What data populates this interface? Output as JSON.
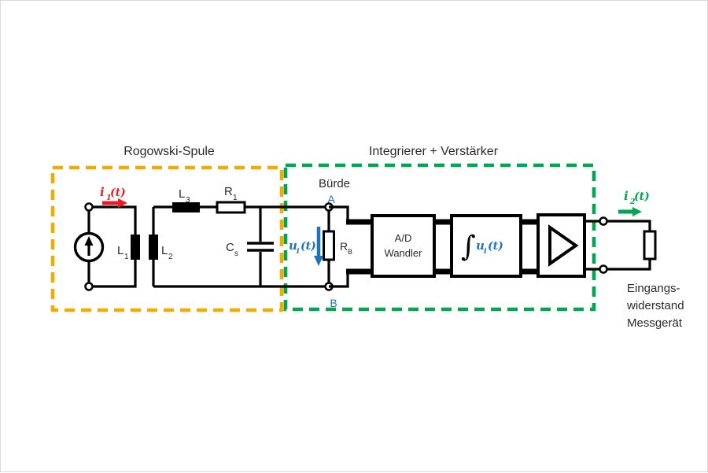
{
  "colors": {
    "c-yellow": "#F0AC00",
    "c-green": "#00A651",
    "c-red": "#E81C24",
    "c-blue": "#1B74BC",
    "c-ink": "#000000",
    "c-text": "#2b2b2b"
  },
  "rogowski": {
    "title": "Rogowski-Spule",
    "current_label": {
      "sym": "i",
      "sub": "1",
      "arg": "(t)"
    },
    "L1": {
      "sym": "L",
      "sub": "1"
    },
    "L2": {
      "sym": "L",
      "sub": "2"
    },
    "L3": {
      "sym": "L",
      "sub": "3"
    },
    "R1": {
      "sym": "R",
      "sub": "1"
    },
    "Cs": {
      "sym": "C",
      "sub": "s"
    }
  },
  "integrator": {
    "title": "Integrierer + Verstärker",
    "burden_title": "Bürde",
    "node_a": "A",
    "node_b": "B",
    "voltage_label": {
      "sym": "u",
      "sub": "i",
      "arg": "(t)"
    },
    "RB": {
      "sym": "R",
      "sub": "B"
    },
    "adc": {
      "line1": "A/D",
      "line2": "Wandler"
    },
    "integrator_block": {
      "integral": "∫",
      "sym": "u",
      "sub": "i",
      "arg": "(t)"
    }
  },
  "output": {
    "current_label": {
      "sym": "i",
      "sub": "2",
      "arg": "(t)"
    },
    "caption": [
      "Eingangs-",
      "widerstand",
      "Messgerät"
    ]
  }
}
